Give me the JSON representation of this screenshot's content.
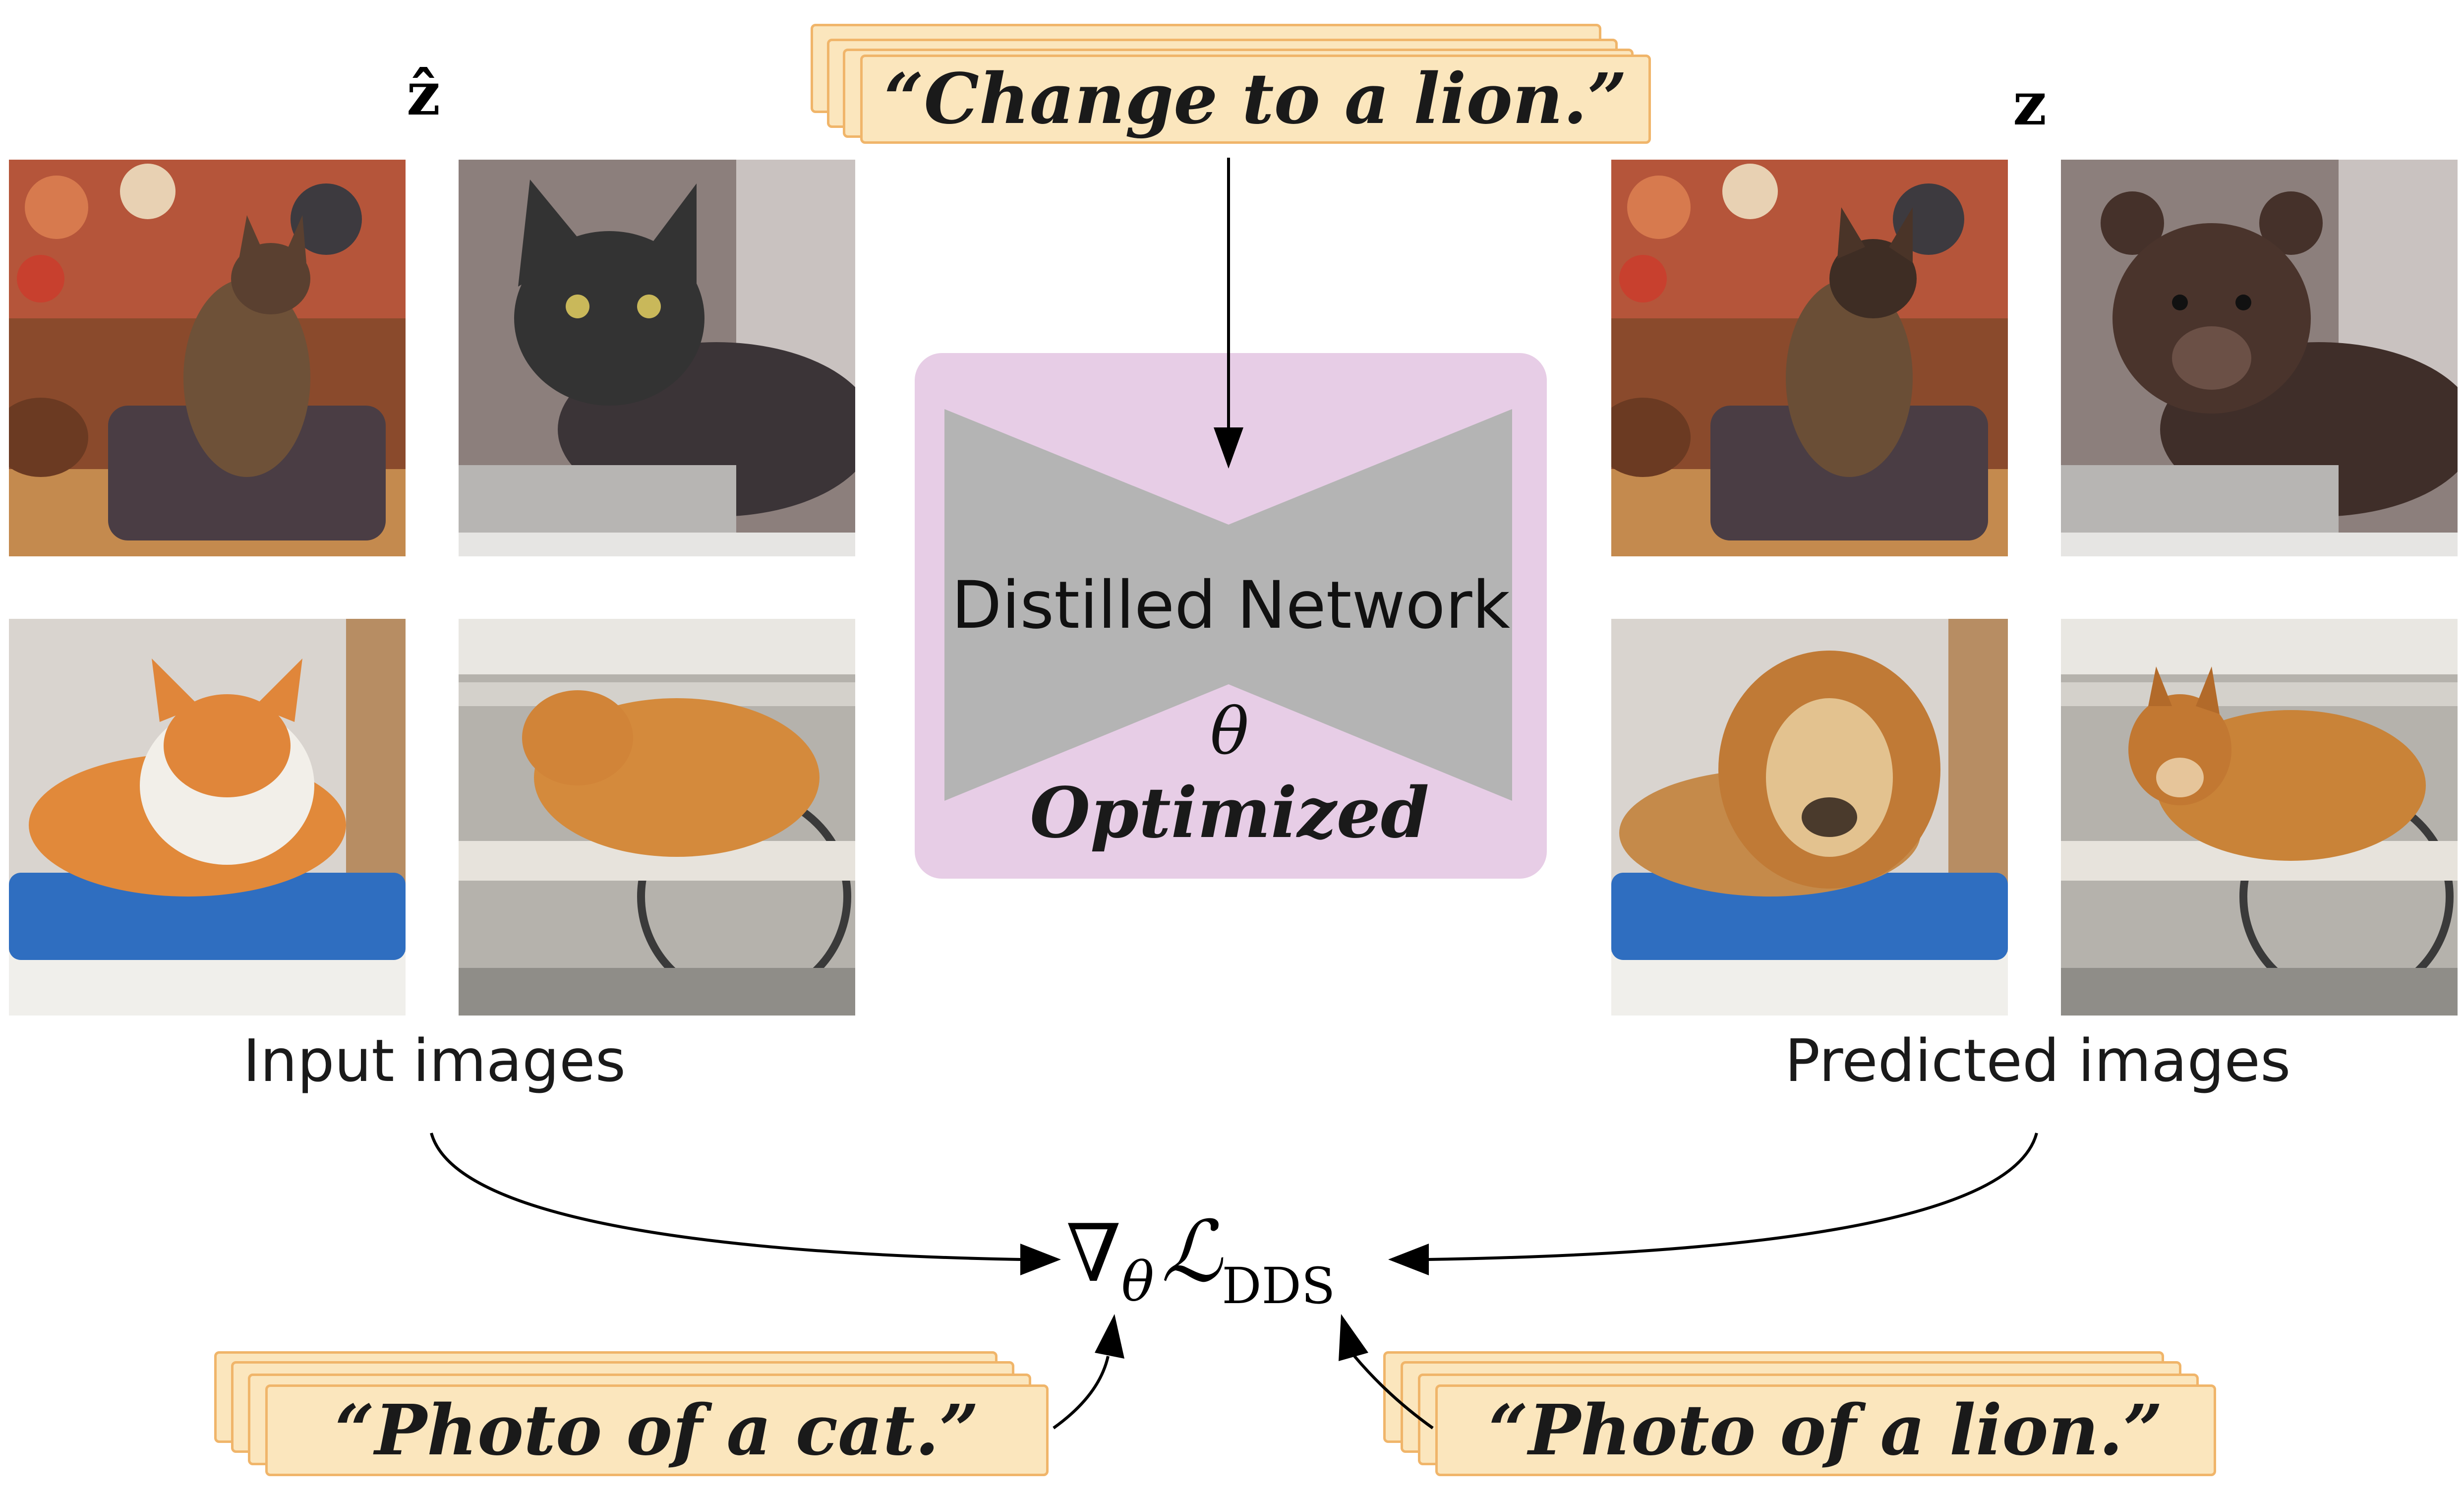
{
  "latent_labels": {
    "input": "ẑ",
    "predicted": "z"
  },
  "captions": {
    "input_images": "Input images",
    "predicted_images": "Predicted images"
  },
  "prompts": {
    "edit": "“Change to a lion.”",
    "source": "“Photo of a cat.”",
    "target": "“Photo of a lion.”"
  },
  "network": {
    "label": "Distilled Network",
    "param": "θ",
    "status": "Optimized"
  },
  "loss": {
    "nabla": "∇",
    "grad_sub": "θ",
    "symbol": "ℒ",
    "symbol_sub": "DDS"
  },
  "colors": {
    "card_fill": "#fbe6bd",
    "card_border": "#f0b56a",
    "network_box": "#e7cde6",
    "network_hourglass": "#b4b4b4"
  }
}
